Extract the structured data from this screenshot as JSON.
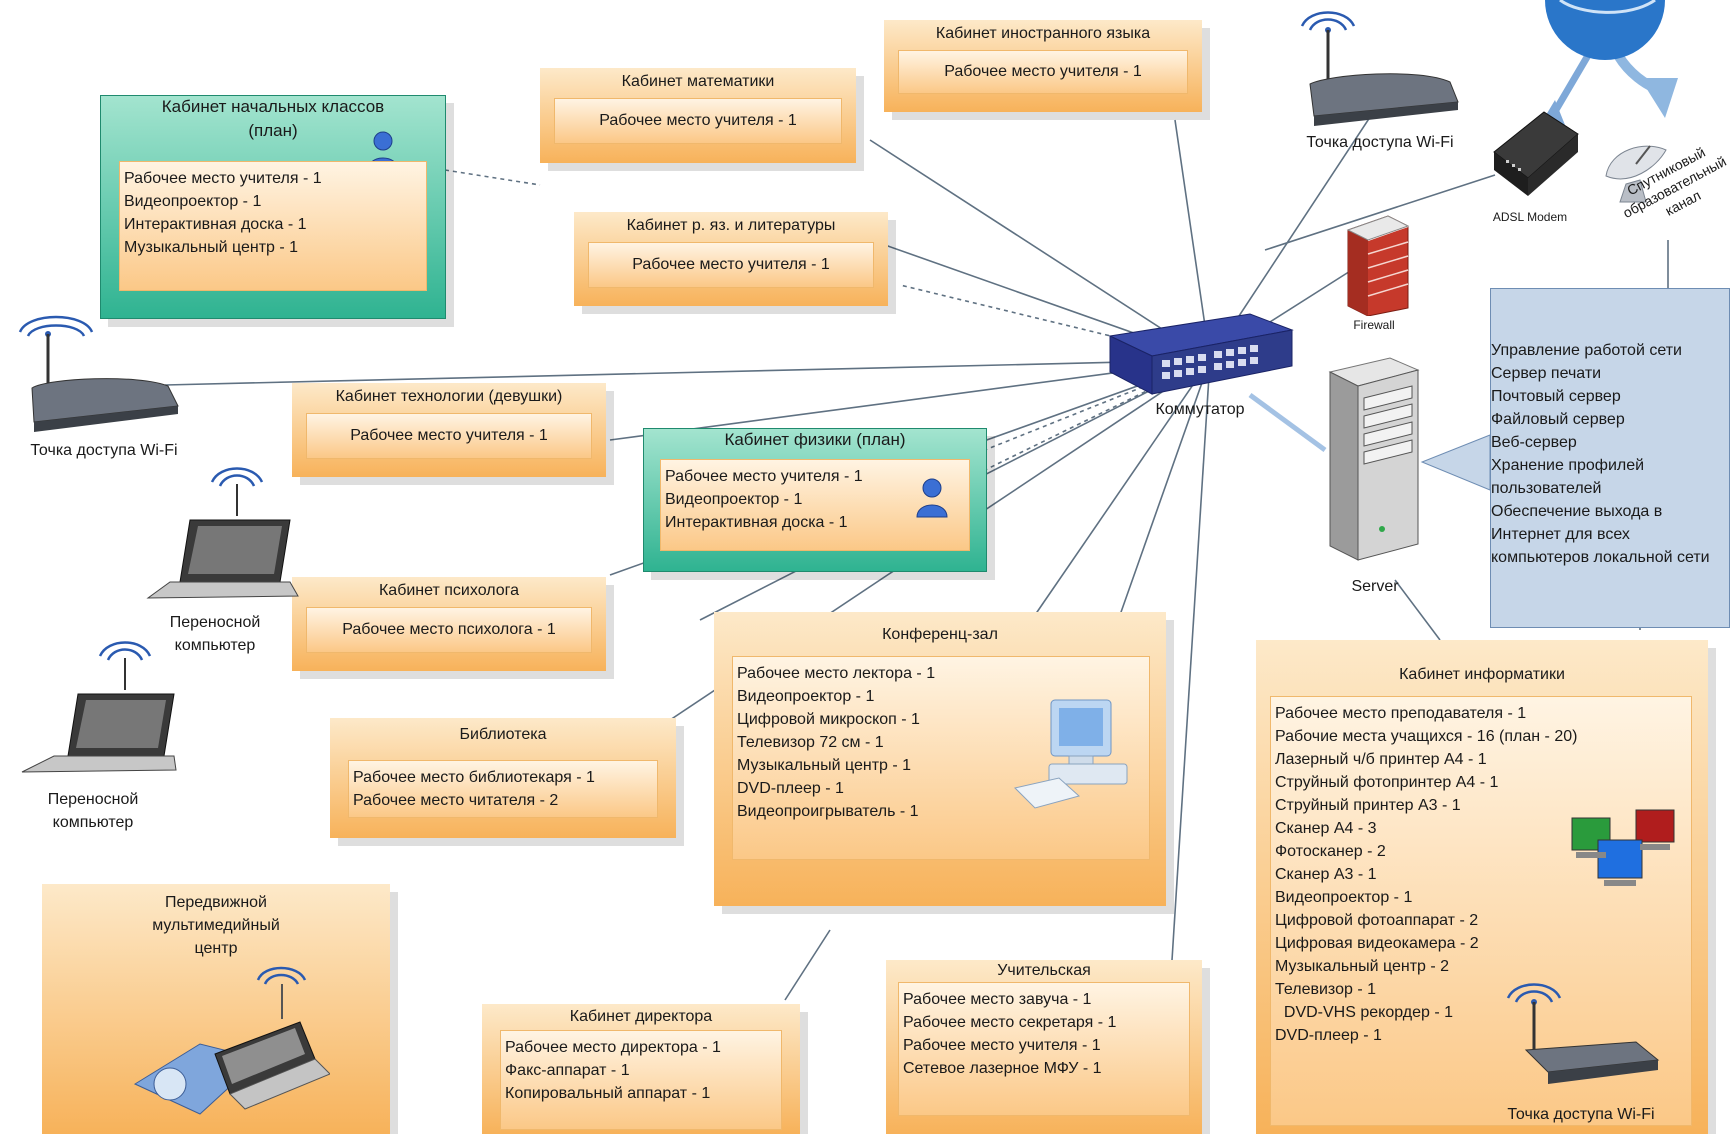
{
  "rooms": {
    "foreign": {
      "title": "Кабинет иностранного языка",
      "items": [
        "Рабочее место учителя - 1"
      ]
    },
    "math": {
      "title": "Кабинет математики",
      "items": [
        "Рабочее место учителя - 1"
      ]
    },
    "primary": {
      "title_line1": "Кабинет начальных классов",
      "title_line2": "(план)",
      "items": [
        "Рабочее место учителя - 1",
        "Видеопроектор - 1",
        "Интерактивная доска - 1",
        "Музыкальный центр - 1"
      ]
    },
    "russian": {
      "title": "Кабинет р. яз. и литературы",
      "items": [
        "Рабочее место учителя - 1"
      ]
    },
    "tech": {
      "title": "Кабинет технологии (девушки)",
      "items": [
        "Рабочее место учителя - 1"
      ]
    },
    "physics": {
      "title": "Кабинет физики (план)",
      "items": [
        "Рабочее место учителя - 1",
        "Видеопроектор - 1",
        "Интерактивная доска - 1"
      ]
    },
    "psych": {
      "title": "Кабинет психолога",
      "items": [
        "Рабочее место психолога - 1"
      ]
    },
    "library": {
      "title": "Библиотека",
      "items": [
        "Рабочее место библиотекаря - 1",
        "Рабочее место читателя - 2"
      ]
    },
    "conference": {
      "title": "Конференц-зал",
      "items": [
        "Рабочее место лектора - 1",
        "Видеопроектор - 1",
        "Цифровой микроскоп - 1",
        "Телевизор 72 см - 1",
        "Музыкальный центр - 1",
        "DVD-плеер - 1",
        "Видеопроигрыватель - 1"
      ]
    },
    "mobile": {
      "title_lines": [
        "Передвижной",
        "мультимедийный",
        "центр"
      ]
    },
    "director": {
      "title": "Кабинет директора",
      "items": [
        "Рабочее место директора - 1",
        "Факс-аппарат - 1",
        "Копировальный аппарат - 1"
      ]
    },
    "teachers": {
      "title": "Учительская",
      "items": [
        "Рабочее место завуча - 1",
        "Рабочее место секретаря - 1",
        "Рабочее место учителя - 1",
        "Сетевое лазерное МФУ - 1"
      ]
    },
    "informatics": {
      "title": "Кабинет информатики",
      "items": [
        "Рабочее место преподавателя - 1",
        "Рабочие места учащихся - 16  (план - 20)",
        "Лазерный ч/б принтер A4 - 1",
        "Струйный фотопринтер A4 - 1",
        "Струйный принтер A3 - 1",
        "Сканер A4 - 3",
        "Фотосканер - 2",
        "Сканер A3 - 1",
        "Видеопроектор - 1",
        "Цифровой фотоаппарат - 2",
        "Цифровая видеокамера  - 2",
        "Музыкальный центр - 2",
        "Телевизор - 1",
        "  DVD-VHS рекордер - 1",
        "DVD-плеер - 1"
      ]
    }
  },
  "server_info": {
    "items": [
      "Управление работой сети",
      "Сервер печати",
      "Почтовый сервер",
      "Файловый сервер",
      "Веб-сервер",
      "Хранение профилей",
      "пользователей",
      "Обеспечение выхода в",
      "Интернет для всех",
      "компьютеров локальной сети"
    ]
  },
  "devices": {
    "wifi_top": "Точка доступа Wi-Fi",
    "wifi_left": "Точка доступа Wi-Fi",
    "wifi_bottom": "Точка доступа Wi-Fi",
    "laptop1": [
      "Переносной",
      "компьютер"
    ],
    "laptop2": [
      "Переносной",
      "компьютер"
    ],
    "switch": "Коммутатор",
    "server": "Server",
    "firewall": "Firewall",
    "modem": "ADSL Modem",
    "satellite": [
      "Спутниковый",
      "образовательный",
      "канал"
    ]
  },
  "colors": {
    "orange": "#f7b25a",
    "green": "#2fb391",
    "server_panel": "#c6d6e8",
    "switch": "#2e3c8a"
  }
}
